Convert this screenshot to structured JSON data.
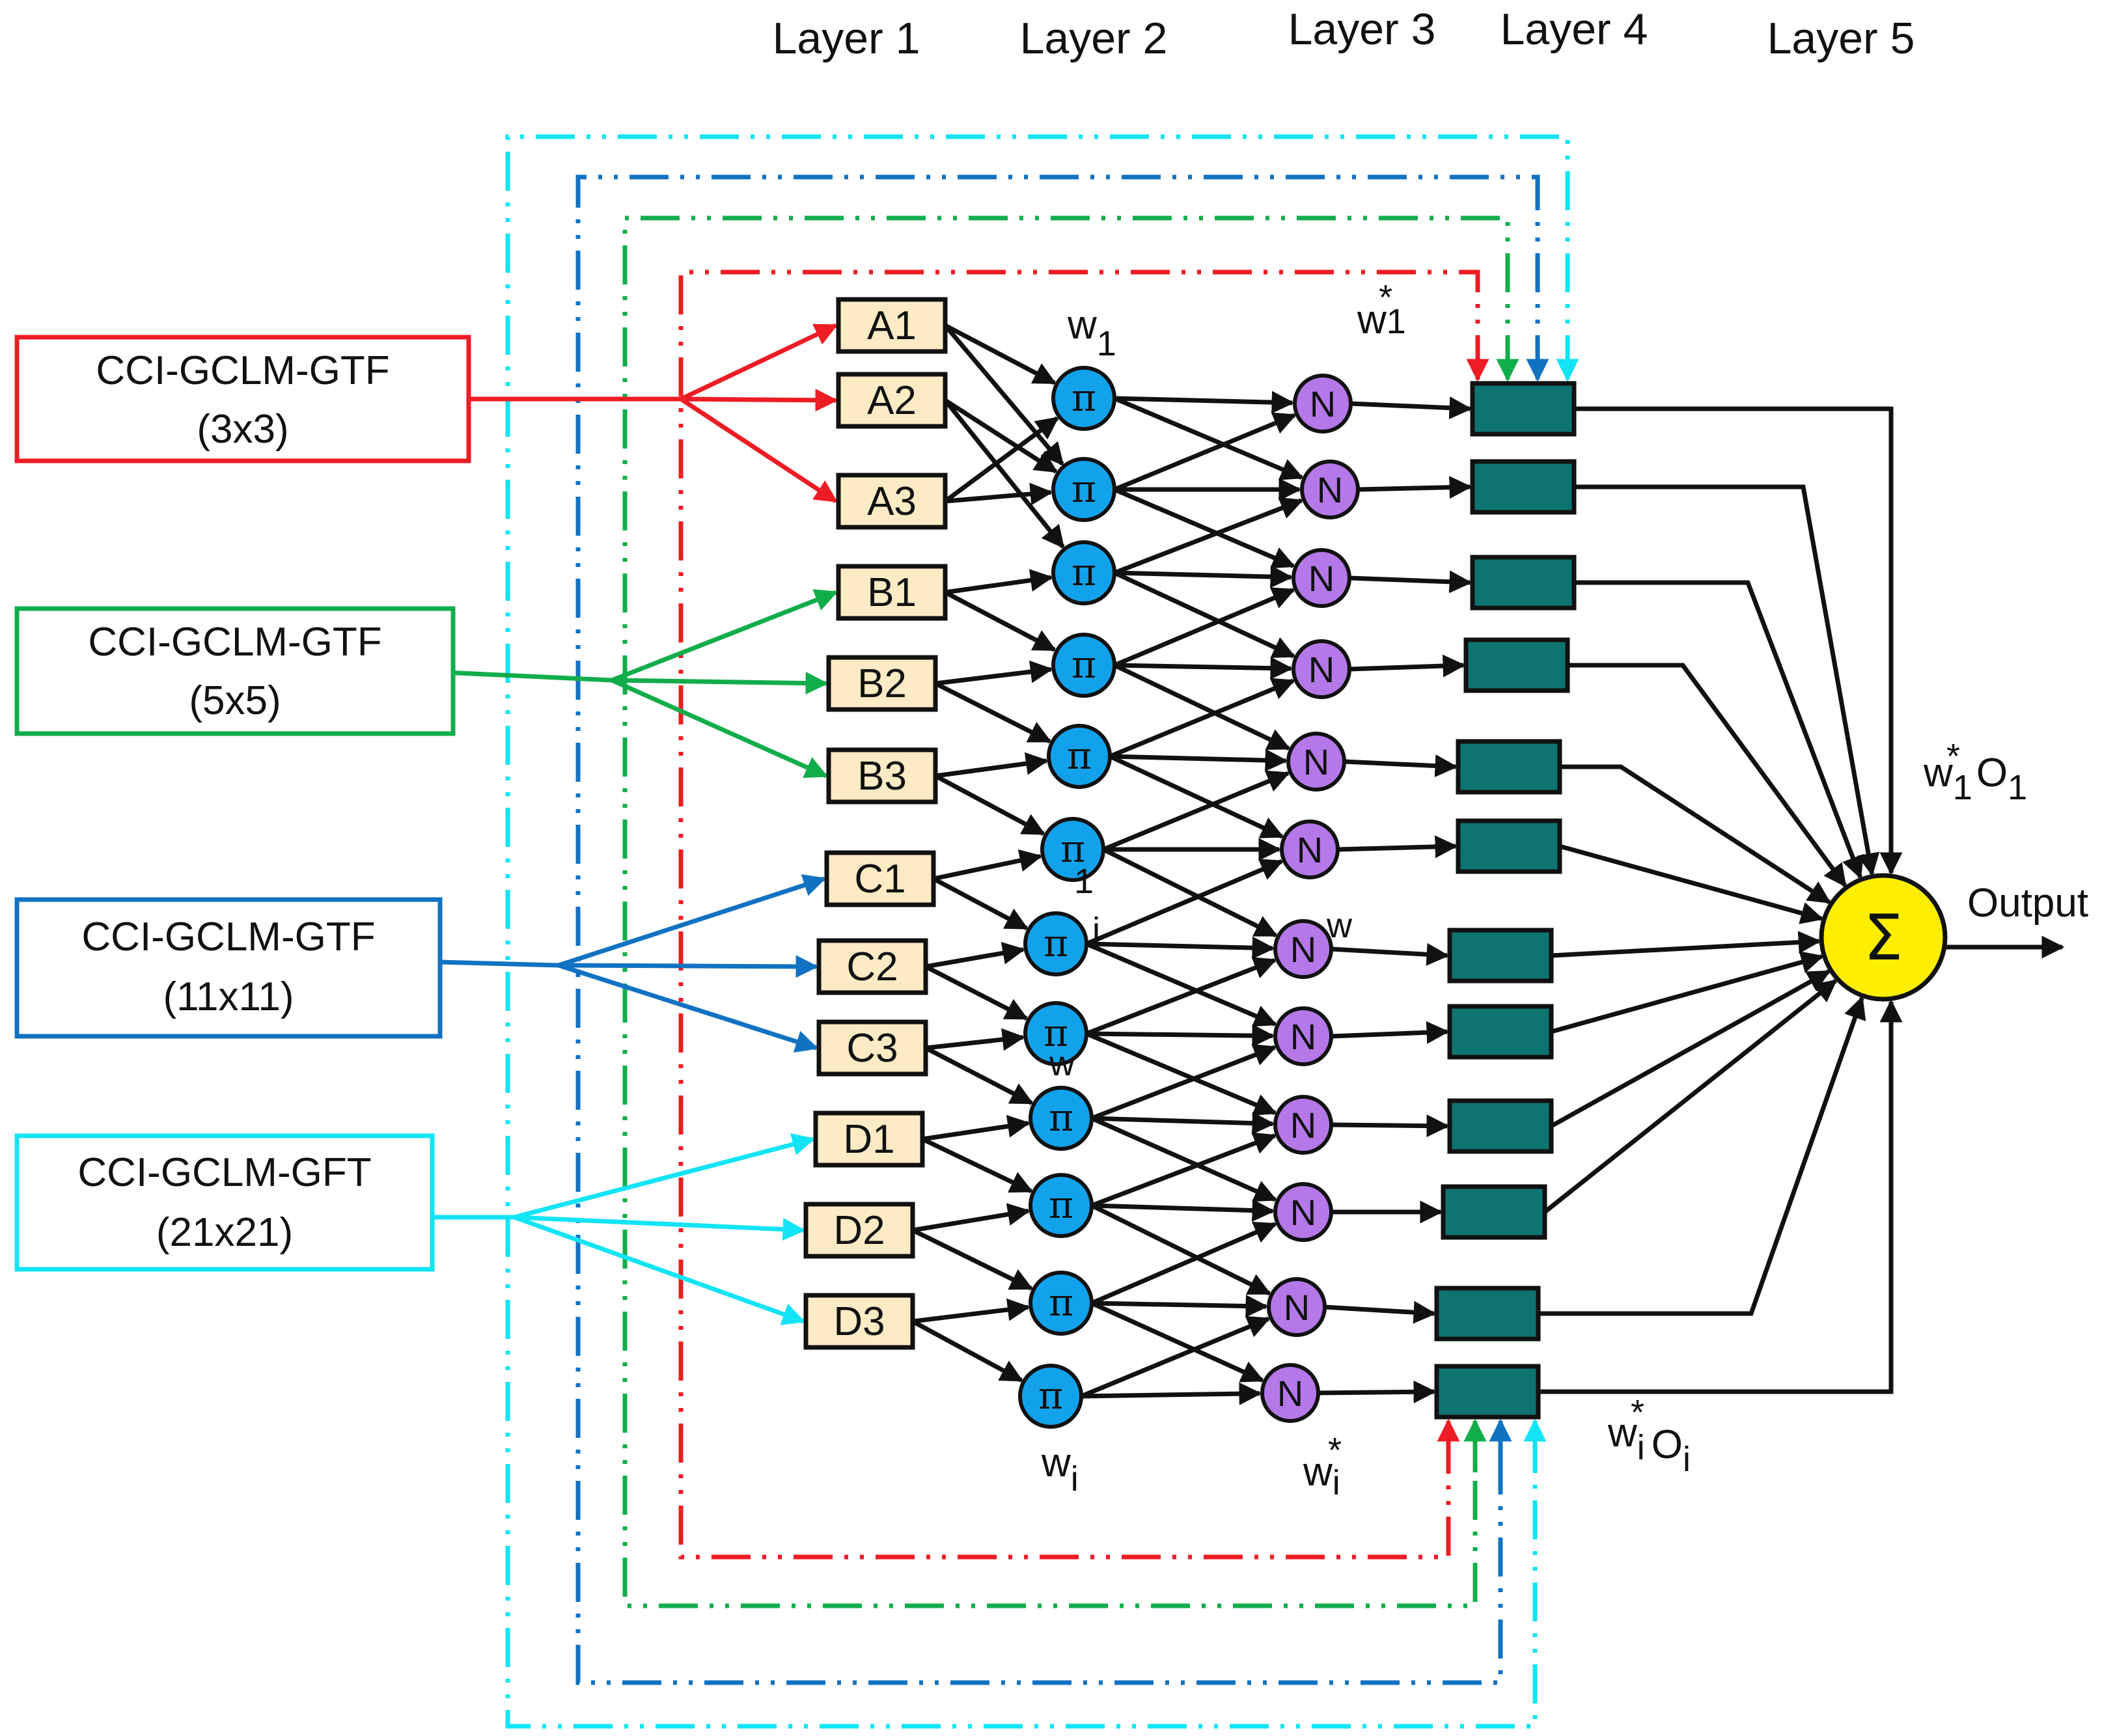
{
  "layers": [
    "Layer 1",
    "Layer 2",
    "Layer 3",
    "Layer 4",
    "Layer 5"
  ],
  "inputs": [
    {
      "name": "CCI-GCLM-GTF",
      "size": "(3x3)",
      "color": "#ee1c24"
    },
    {
      "name": "CCI-GCLM-GTF",
      "size": "(5x5)",
      "color": "#12ad4b"
    },
    {
      "name": "CCI-GCLM-GTF",
      "size": "(11x11)",
      "color": "#1272c2"
    },
    {
      "name": "CCI-GCLM-GFT",
      "size": "(21x21)",
      "color": "#12e4f5"
    }
  ],
  "membership_nodes": [
    "A1",
    "A2",
    "A3",
    "B1",
    "B2",
    "B3",
    "C1",
    "C2",
    "C3",
    "D1",
    "D2",
    "D3"
  ],
  "rule_symbol": "π",
  "norm_symbol": "N",
  "sum_symbol": "Σ",
  "output_label": "Output",
  "weight_labels": {
    "w1": {
      "base": "w",
      "sub": "1"
    },
    "w1_star": {
      "base": "w",
      "sub": "1",
      "sup": "*"
    },
    "wi": {
      "base": "w",
      "sub": "i"
    },
    "wi_star": {
      "base": "w",
      "sub": "i",
      "sup": "*"
    },
    "w1O1": {
      "base": "w",
      "sub": "1",
      "sup": "*",
      "o": "O",
      "osub": "1"
    },
    "wiOi": {
      "base": "w",
      "sub": "i",
      "sup": "*",
      "o": "O",
      "osub": "i"
    }
  },
  "stray_labels": [
    "1",
    "i",
    "w",
    "w"
  ],
  "colors": {
    "membership_fill": "#fdebc5",
    "rule_fill": "#12a2ec",
    "norm_fill": "#b478e8",
    "layer4_fill": "#0e7470",
    "sum_fill": "#ffee00",
    "red": "#ee1c24",
    "green": "#12ad4b",
    "blue": "#1272c2",
    "cyan": "#12e4f5"
  }
}
